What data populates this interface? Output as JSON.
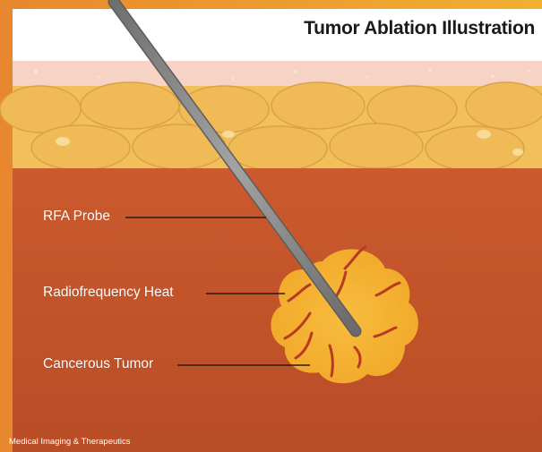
{
  "title": "Tumor Ablation Illustration",
  "labels": {
    "probe": "RFA Probe",
    "heat": "Radiofrequency Heat",
    "tumor": "Cancerous Tumor"
  },
  "credit": "Medical Imaging & Therapeutics",
  "colors": {
    "frame": "#e07a2a",
    "skin_pink": "#f6d3c4",
    "fat_yellow": "#f2c05a",
    "muscle_red": "#c4552b",
    "tumor_orange": "#f6b236",
    "vessel_red": "#b83a22",
    "probe_gray": "#8a8a8a"
  }
}
